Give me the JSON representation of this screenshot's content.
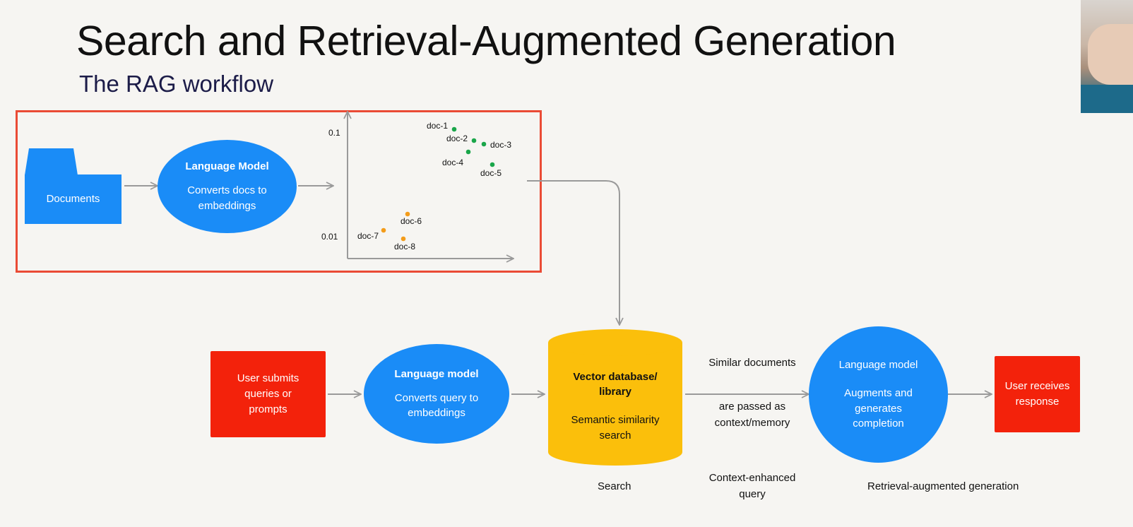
{
  "title": "Search and Retrieval-Augmented Generation",
  "subtitle": "The RAG workflow",
  "colors": {
    "blue": "#1a8cf7",
    "red": "#f3220b",
    "yellow": "#fbbf0b",
    "highlight_border": "#ea4b35",
    "green_point": "#1aa64a",
    "orange_point": "#f39c1a",
    "arrow": "#9a9a9a"
  },
  "embedding_step": {
    "documents": "Documents",
    "lm_title": "Language Model",
    "lm_desc": "Converts docs to embeddings",
    "y_ticks": [
      "0.1",
      "0.01"
    ],
    "doc_labels": [
      "doc-1",
      "doc-2",
      "doc-3",
      "doc-4",
      "doc-5",
      "doc-6",
      "doc-7",
      "doc-8"
    ]
  },
  "query_flow": {
    "user_query": "User submits queries or prompts",
    "lm_title": "Language model",
    "lm_desc": "Converts query to embeddings",
    "db_title": "Vector database/ library",
    "db_desc": "Semantic similarity search",
    "similar_1": "Similar documents",
    "similar_2": "are passed as context/memory",
    "gen_title": "Language model",
    "gen_desc": "Augments and generates completion",
    "user_response": "User receives response"
  },
  "stage_labels": {
    "search": "Search",
    "context": "Context-enhanced query",
    "rag": "Retrieval-augmented generation"
  },
  "icons": {
    "folder": "folder-icon",
    "database": "database-icon",
    "webcam": "presenter-webcam"
  }
}
